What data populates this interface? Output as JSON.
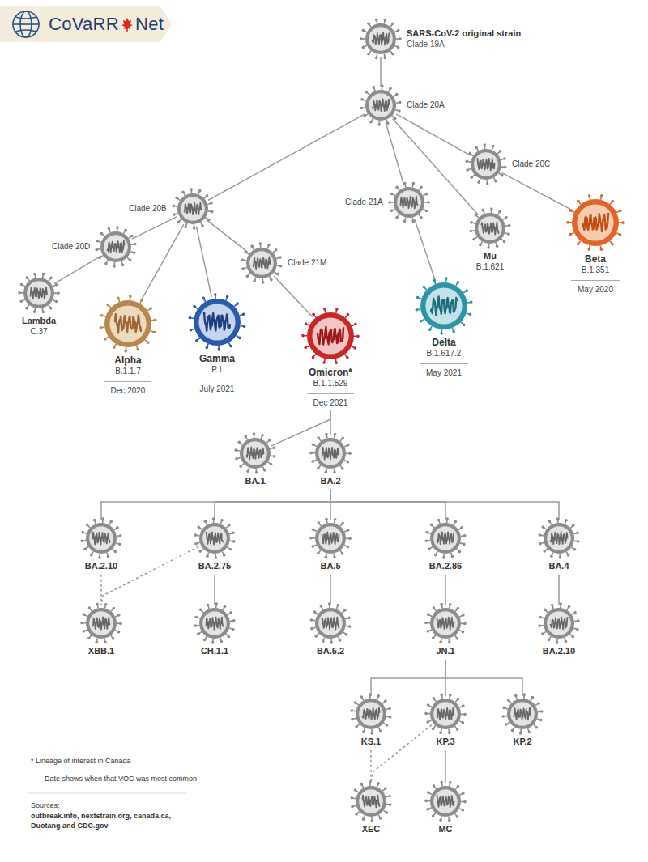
{
  "diagram": {
    "nodes": [
      {
        "text": [
          "SARS-CoV-2 original strain",
          "Clade 19A"
        ]
      },
      {
        "text": [
          "Clade 20A"
        ]
      },
      {
        "text": [
          "Clade 20B"
        ]
      },
      {
        "text": [
          "Clade 21A"
        ]
      },
      {
        "text": [
          "Mu",
          "B.1.621"
        ]
      },
      {
        "text": [
          "Clade 20C"
        ]
      },
      {
        "text": [
          "Beta",
          "B.1.351",
          "May 2020"
        ]
      },
      {
        "text": [
          "Clade 20D"
        ]
      },
      {
        "text": [
          "Clade 21M"
        ]
      },
      {
        "text": [
          "Lambda",
          "C.37"
        ]
      },
      {
        "text": [
          "Alpha",
          "B.1.1.7",
          "Dec 2020"
        ]
      },
      {
        "text": [
          "Gamma",
          "P.1",
          "July 2021"
        ]
      },
      {
        "text": [
          "Omicron*",
          "B.1.1.529",
          "Dec 2021"
        ]
      },
      {
        "text": [
          "Delta",
          "B.1.617.2",
          "May 2021"
        ]
      },
      {
        "text": [
          "BA.1"
        ]
      },
      {
        "text": [
          "BA.2"
        ]
      },
      {
        "text": [
          "BA.2.10"
        ]
      },
      {
        "text": [
          "BA.2.75"
        ]
      },
      {
        "text": [
          "BA.5"
        ]
      },
      {
        "text": [
          "BA.2.86"
        ]
      },
      {
        "text": [
          "BA.4"
        ]
      },
      {
        "text": [
          "XBB.1"
        ]
      },
      {
        "text": [
          "CH.1.1"
        ]
      },
      {
        "text": [
          "BA.5.2"
        ]
      },
      {
        "text": [
          "JN.1"
        ]
      },
      {
        "text": [
          "BA.2.10"
        ]
      },
      {
        "text": [
          "KS.1"
        ]
      },
      {
        "text": [
          "KP.3"
        ]
      },
      {
        "text": [
          "KP.2"
        ]
      },
      {
        "text": [
          "XEC"
        ]
      },
      {
        "text": [
          "MC"
        ]
      }
    ],
    "edges": [
      {
        "from": 0,
        "to": 1,
        "arrow": "none"
      },
      {
        "from": 1,
        "to": 2,
        "arrow": "none"
      },
      {
        "from": 1,
        "to": 3,
        "arrow": "none"
      },
      {
        "from": 1,
        "to": 4,
        "arrow": "none"
      },
      {
        "from": 1,
        "to": 5,
        "arrow": "none"
      },
      {
        "from": 5,
        "to": 6,
        "arrow": "none"
      },
      {
        "from": 3,
        "to": 13,
        "arrow": "none"
      },
      {
        "from": 2,
        "to": 7,
        "arrow": "none"
      },
      {
        "from": 7,
        "to": 9,
        "arrow": "none"
      },
      {
        "from": 2,
        "to": 10,
        "arrow": "none"
      },
      {
        "from": 2,
        "to": 11,
        "arrow": "none"
      },
      {
        "from": 2,
        "to": 8,
        "arrow": "none"
      },
      {
        "from": 8,
        "to": 12,
        "arrow": "none"
      },
      {
        "from": 12,
        "to": 14,
        "arrow": "none"
      },
      {
        "from": 12,
        "to": 15,
        "arrow": "none"
      },
      {
        "from": 15,
        "to": 16,
        "arrow": "none"
      },
      {
        "from": 15,
        "to": 17,
        "arrow": "none"
      },
      {
        "from": 15,
        "to": 18,
        "arrow": "none"
      },
      {
        "from": 15,
        "to": 19,
        "arrow": "none"
      },
      {
        "from": 15,
        "to": 20,
        "arrow": "none"
      },
      {
        "from": 16,
        "to": 21,
        "arrow": "none"
      },
      {
        "from": 17,
        "to": 21,
        "arrow": "none"
      },
      {
        "from": 17,
        "to": 22,
        "arrow": "none"
      },
      {
        "from": 18,
        "to": 23,
        "arrow": "none"
      },
      {
        "from": 19,
        "to": 24,
        "arrow": "none"
      },
      {
        "from": 20,
        "to": 25,
        "arrow": "none"
      },
      {
        "from": 24,
        "to": 26,
        "arrow": "none"
      },
      {
        "from": 24,
        "to": 27,
        "arrow": "none"
      },
      {
        "from": 24,
        "to": 28,
        "arrow": "none"
      },
      {
        "from": 26,
        "to": 29,
        "arrow": "none"
      },
      {
        "from": 27,
        "to": 29,
        "arrow": "none"
      },
      {
        "from": 27,
        "to": 30,
        "arrow": "none"
      }
    ],
    "labels": [
      "CoVaRR",
      "Net",
      "* Lineage of interest in Canada",
      "Date shows when that VOC was most common",
      "Sources:",
      "outbreak.info, nextstrain.org, canada.ca, Duotang and CDC.gov"
    ]
  }
}
